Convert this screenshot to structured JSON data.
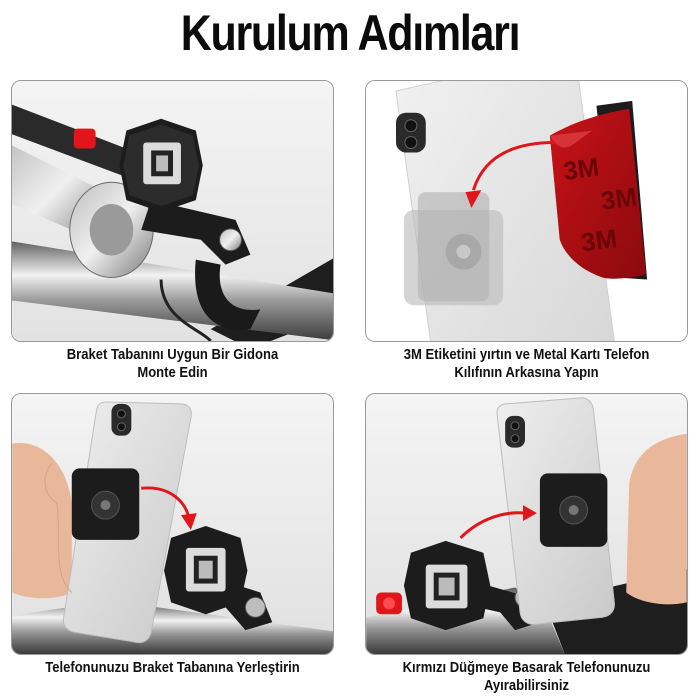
{
  "title": "Kurulum Adımları",
  "steps": [
    {
      "line1": "Braket Tabanını Uygun Bir Gidona",
      "line2": "Monte Edin"
    },
    {
      "line1": "3M Etiketini yırtın ve Metal Kartı Telefon",
      "line2": "Kılıfının Arkasına Yapın"
    },
    {
      "line1": "Telefonunuzu Braket Tabanına Yerleştirin",
      "line2": ""
    },
    {
      "line1": "Kırmızı Düğmeye Basarak Telefonunuzu",
      "line2": "Ayırabilirsiniz"
    }
  ],
  "sticker_text": "3M",
  "colors": {
    "accent_red": "#e0161b",
    "bracket": "#1c1c1c",
    "phone": "#d8d8d8"
  },
  "icons": [
    "bike-handlebar-icon",
    "phone-mount-icon",
    "adhesive-sticker-icon",
    "curved-arrow-icon"
  ]
}
